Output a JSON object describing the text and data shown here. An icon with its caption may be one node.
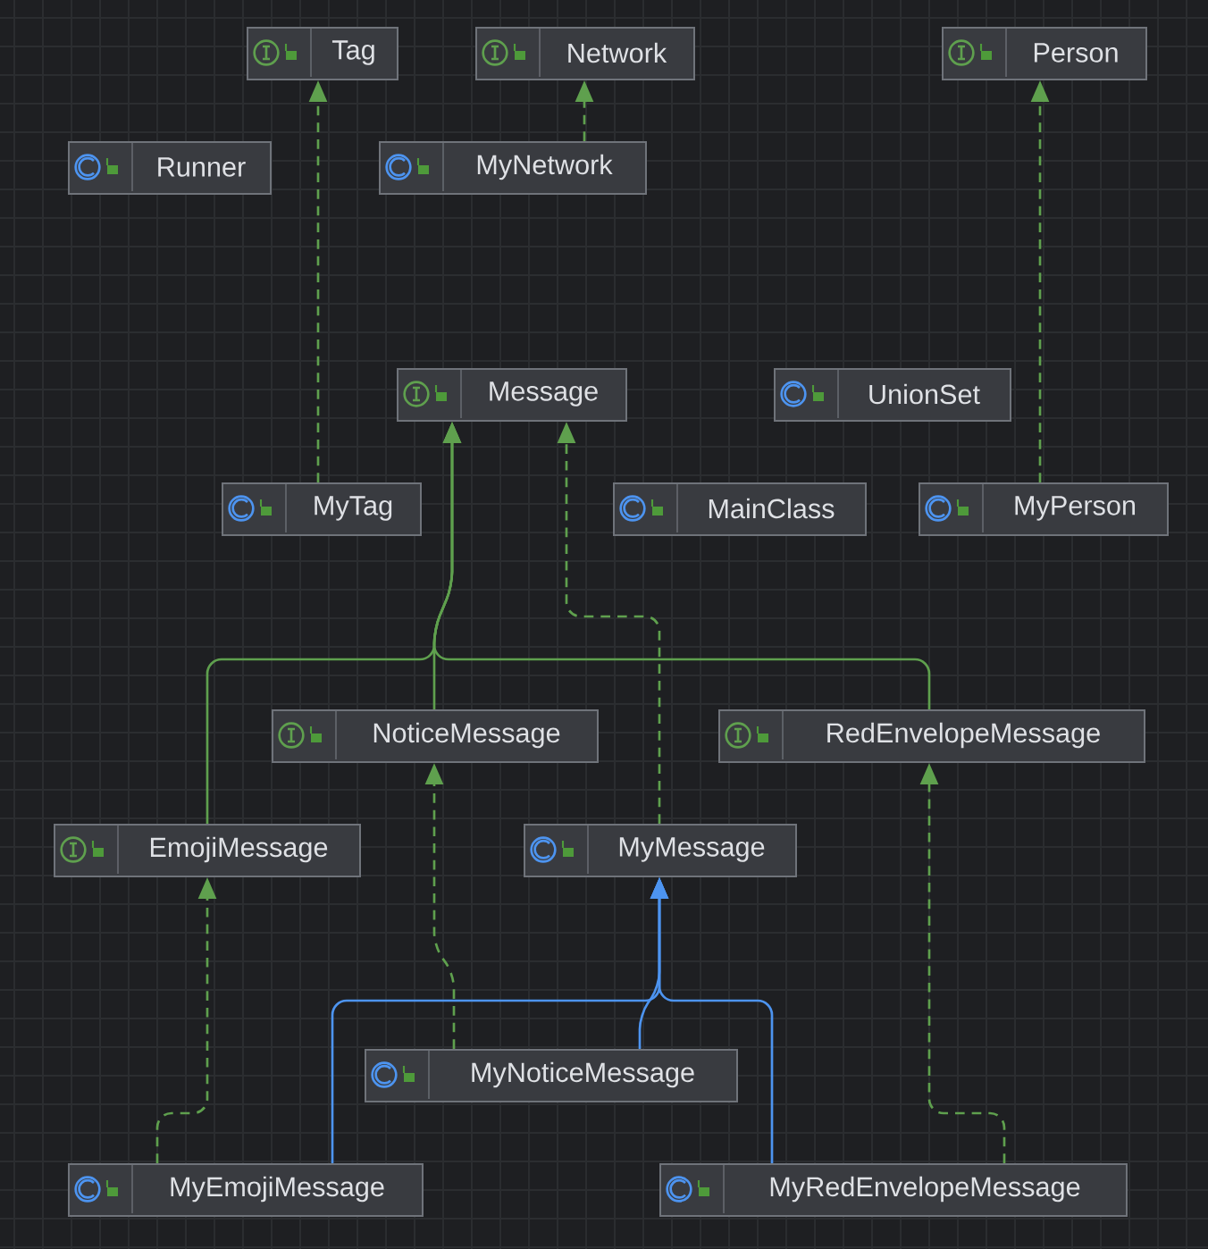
{
  "diagram": {
    "nodes": [
      {
        "text": [
          "Tag"
        ]
      },
      {
        "text": [
          "Network"
        ]
      },
      {
        "text": [
          "Person"
        ]
      },
      {
        "text": [
          "Runner"
        ]
      },
      {
        "text": [
          "MyNetwork"
        ]
      },
      {
        "text": [
          "Message"
        ]
      },
      {
        "text": [
          "UnionSet"
        ]
      },
      {
        "text": [
          "MyTag"
        ]
      },
      {
        "text": [
          "MainClass"
        ]
      },
      {
        "text": [
          "MyPerson"
        ]
      },
      {
        "text": [
          "NoticeMessage"
        ]
      },
      {
        "text": [
          "RedEnvelopeMessage"
        ]
      },
      {
        "text": [
          "EmojiMessage"
        ]
      },
      {
        "text": [
          "MyMessage"
        ]
      },
      {
        "text": [
          "MyNoticeMessage"
        ]
      },
      {
        "text": [
          "MyEmojiMessage"
        ]
      },
      {
        "text": [
          "MyRedEnvelopeMessage"
        ]
      }
    ],
    "edges": [
      {
        "from": 7,
        "to": 0,
        "arrow": "to",
        "style": "dashed"
      },
      {
        "from": 4,
        "to": 1,
        "arrow": "to",
        "style": "dashed"
      },
      {
        "from": 9,
        "to": 2,
        "arrow": "to",
        "style": "dashed"
      },
      {
        "from": 10,
        "to": 5,
        "arrow": "to"
      },
      {
        "from": 12,
        "to": 5,
        "arrow": "to"
      },
      {
        "from": 11,
        "to": 5,
        "arrow": "to"
      },
      {
        "from": 13,
        "to": 5,
        "arrow": "to",
        "style": "dashed"
      },
      {
        "from": 14,
        "to": 10,
        "arrow": "to",
        "style": "dashed"
      },
      {
        "from": 15,
        "to": 12,
        "arrow": "to",
        "style": "dashed"
      },
      {
        "from": 16,
        "to": 11,
        "arrow": "to",
        "style": "dashed"
      },
      {
        "from": 15,
        "to": 13,
        "arrow": "to",
        "color": "#4d94f0"
      },
      {
        "from": 14,
        "to": 13,
        "arrow": "to",
        "color": "#4d94f0"
      },
      {
        "from": 16,
        "to": 13,
        "arrow": "to",
        "color": "#4d94f0"
      }
    ]
  }
}
